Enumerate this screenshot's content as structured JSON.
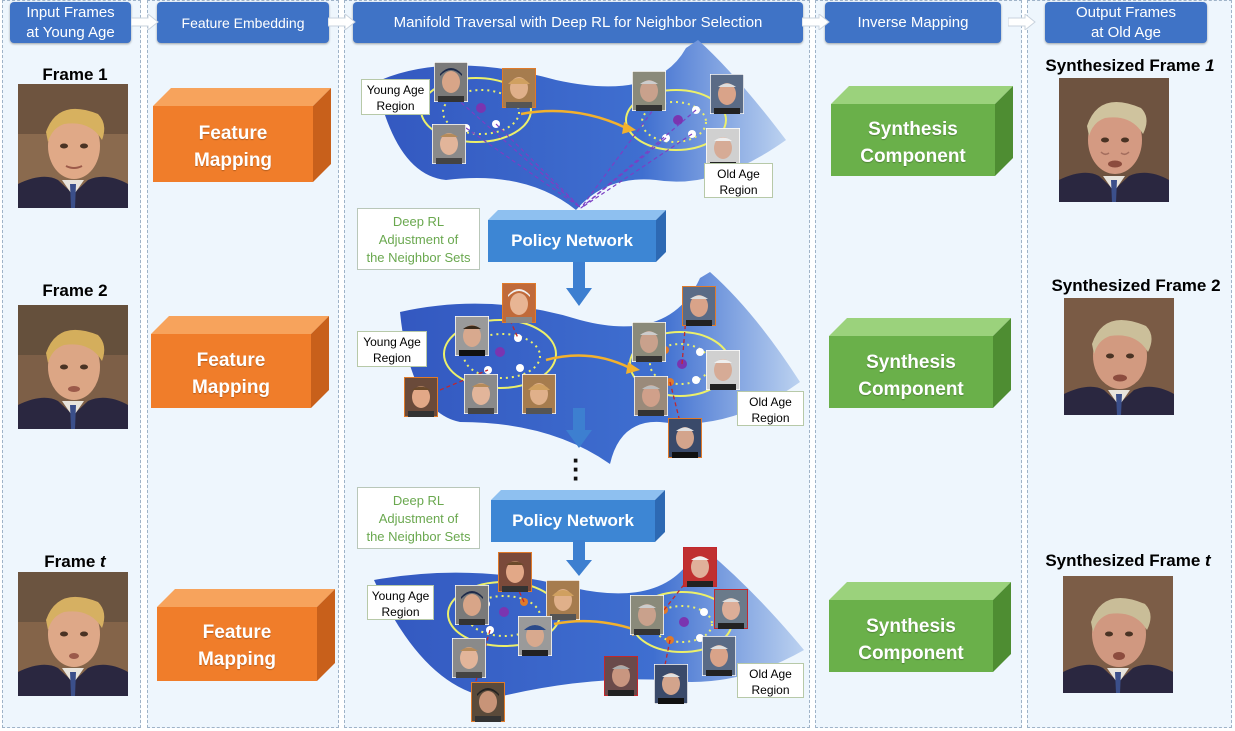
{
  "columns": {
    "input": {
      "header_line1": "Input Frames",
      "header_line2": "at Young Age"
    },
    "embedding": {
      "header": "Feature Embedding"
    },
    "manifold": {
      "header": "Manifold Traversal with Deep RL for Neighbor Selection"
    },
    "inverse": {
      "header": "Inverse Mapping"
    },
    "output": {
      "header_line1": "Output Frames",
      "header_line2": "at Old Age"
    }
  },
  "input_frames": [
    {
      "label": "Frame 1"
    },
    {
      "label": "Frame 2"
    },
    {
      "label_prefix": "Frame ",
      "label_italic": "t"
    }
  ],
  "feature_mapping": {
    "line1": "Feature",
    "line2": "Mapping"
  },
  "synthesis": {
    "line1": "Synthesis",
    "line2": "Component"
  },
  "output_frames": [
    {
      "label_prefix": "Synthesized Frame ",
      "label_italic": "1"
    },
    {
      "label_prefix": "Synthesized Frame 2",
      "label_italic": ""
    },
    {
      "label_prefix": "Synthesized Frame ",
      "label_italic": "t"
    }
  ],
  "policy_network": {
    "label": "Policy Network"
  },
  "deep_rl": {
    "line1": "Deep RL",
    "line2": "Adjustment of",
    "line3": "the Neighbor Sets"
  },
  "regions": {
    "young_line1": "Young Age",
    "young_line2": "Region",
    "old_line1": "Old Age",
    "old_line2": "Region"
  },
  "colors": {
    "header_blue": "#3f73c6",
    "feature_orange": "#f07d2a",
    "synthesis_green": "#6ab04a",
    "policy_blue": "#3d86d4",
    "manifold_blue": "#3a63c4",
    "rl_text_green": "#6aa84f"
  }
}
